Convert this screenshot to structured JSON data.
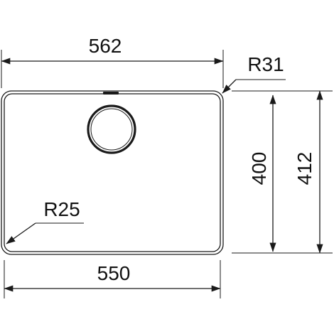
{
  "drawing": {
    "dimensions": {
      "outer_width": "562",
      "inner_width": "550",
      "inner_height": "400",
      "outer_height": "412",
      "outer_radius": "R31",
      "inner_radius": "R25"
    },
    "colors": {
      "line": "#1a1a1a",
      "text": "#111111",
      "background": "#ffffff"
    }
  }
}
